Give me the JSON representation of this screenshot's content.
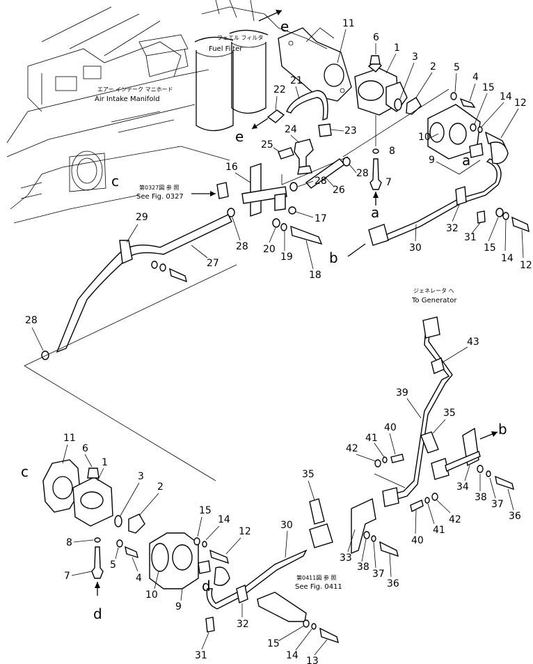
{
  "captions": {
    "fuel_filter_jp": "フェエル フィルタ",
    "fuel_filter_en": "Fuel Filter",
    "air_intake_jp": "エアー インテーク マニホード",
    "air_intake_en": "Air Intake Manifold",
    "see_0327_jp": "第0327図 参 照",
    "see_0327_en": "See Fig. 0327",
    "to_generator_jp": "ジェネレータ へ",
    "to_generator_en": "To Generator",
    "see_0411_jp": "第0411図 参 照",
    "see_0411_en": "See Fig. 0411"
  },
  "letters": {
    "e": "e",
    "c": "c",
    "a": "a",
    "b": "b",
    "d": "d"
  },
  "part_numbers": {
    "p1": "1",
    "p2": "2",
    "p3": "3",
    "p4": "4",
    "p5": "5",
    "p6": "6",
    "p7": "7",
    "p8": "8",
    "p9": "9",
    "p10": "10",
    "p11": "11",
    "p12": "12",
    "p13": "13",
    "p14": "14",
    "p15": "15",
    "p16": "16",
    "p17": "17",
    "p18": "18",
    "p19": "19",
    "p20": "20",
    "p21": "21",
    "p22": "22",
    "p23": "23",
    "p24": "24",
    "p25": "25",
    "p26": "26",
    "p27": "27",
    "p28": "28",
    "p29": "29",
    "p30": "30",
    "p31": "31",
    "p32": "32",
    "p33": "33",
    "p34": "34",
    "p35": "35",
    "p36": "36",
    "p37": "37",
    "p38": "38",
    "p39": "39",
    "p40": "40",
    "p41": "41",
    "p42": "42",
    "p43": "43"
  }
}
